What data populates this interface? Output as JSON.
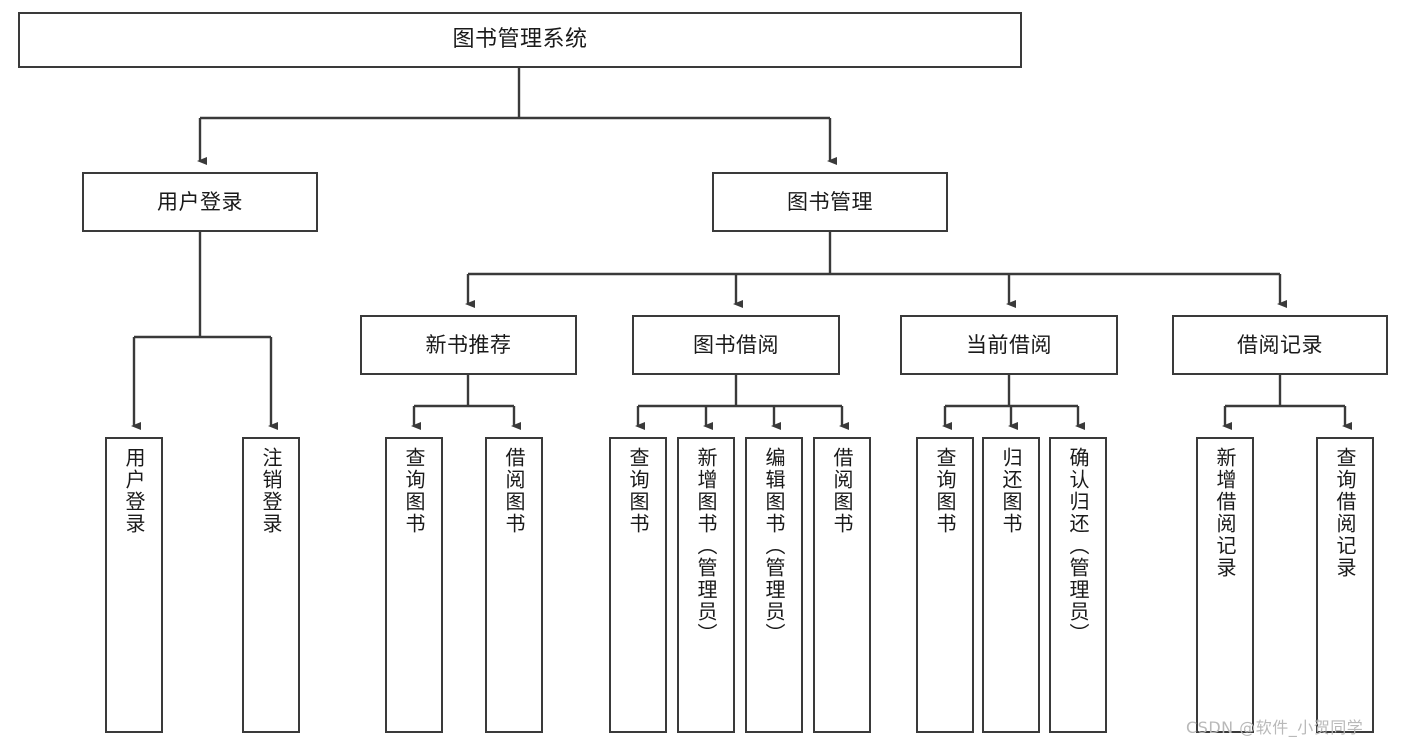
{
  "diagram": {
    "title": "图书管理系统",
    "type": "functional-structure-tree"
  },
  "root": {
    "label": "图书管理系统"
  },
  "level1": [
    {
      "label": "用户登录"
    },
    {
      "label": "图书管理"
    }
  ],
  "level2": [
    {
      "label": "新书推荐"
    },
    {
      "label": "图书借阅"
    },
    {
      "label": "当前借阅"
    },
    {
      "label": "借阅记录"
    }
  ],
  "leaves": {
    "user_login": [
      {
        "label": "用户登录"
      },
      {
        "label": "注销登录"
      }
    ],
    "new_book_recommend": [
      {
        "label": "查询图书"
      },
      {
        "label": "借阅图书"
      }
    ],
    "book_borrow": [
      {
        "label": "查询图书"
      },
      {
        "label": "新增图书（管理员）"
      },
      {
        "label": "编辑图书（管理员）"
      },
      {
        "label": "借阅图书"
      }
    ],
    "current_borrow": [
      {
        "label": "查询图书"
      },
      {
        "label": "归还图书"
      },
      {
        "label": "确认归还（管理员）"
      }
    ],
    "borrow_record": [
      {
        "label": "新增借阅记录"
      },
      {
        "label": "查询借阅记录"
      }
    ]
  },
  "watermark": {
    "text": "CSDN @软件_小贺同学"
  },
  "colors": {
    "stroke": "#3a3a3a",
    "text": "#1a1a1a",
    "background": "#ffffff",
    "watermark": "#b9b9b9"
  }
}
